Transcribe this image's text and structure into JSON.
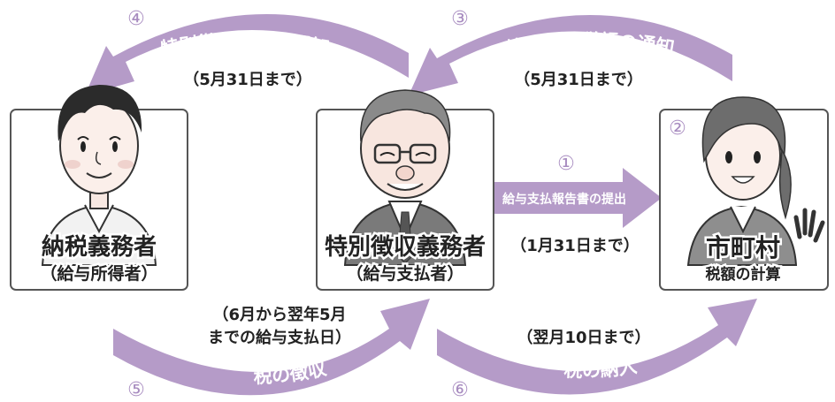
{
  "colors": {
    "arrow": "#b59bc8",
    "arrow_text": "#ffffff",
    "box_border": "#555555",
    "number": "#a88cc0"
  },
  "actors": {
    "taxpayer": {
      "name": "納税義務者",
      "sub": "（給与所得者）"
    },
    "collector": {
      "name": "特別徴収義務者",
      "sub": "（給与支払者）"
    },
    "municipality": {
      "name": "市町村",
      "sub": "税額の計算",
      "step": "②"
    }
  },
  "flows": {
    "step1": {
      "num": "①",
      "label": "給与支払報告書の提出",
      "deadline": "（1月31日まで）"
    },
    "step3": {
      "num": "③",
      "label": "特別徴収税額の通知",
      "deadline": "（5月31日まで）"
    },
    "step4": {
      "num": "④",
      "label": "特別徴収税額の通知",
      "deadline": "（5月31日まで）"
    },
    "step5": {
      "num": "⑤",
      "label": "税の徴収",
      "deadline_line1": "（6月から翌年5月",
      "deadline_line2": "までの給与支払日）"
    },
    "step6": {
      "num": "⑥",
      "label": "税の納入",
      "deadline": "（翌月10日まで）"
    }
  }
}
